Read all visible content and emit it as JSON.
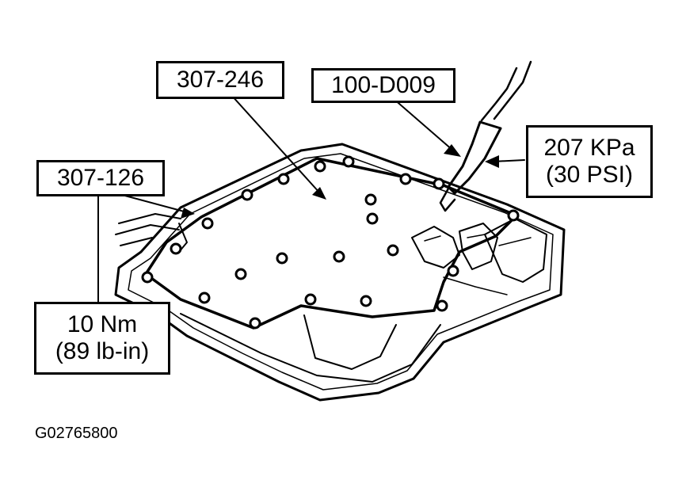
{
  "callouts": {
    "cover_tool": "307-246",
    "air_nozzle": "100-D009",
    "pressure": {
      "line1": "207 KPa",
      "line2": "(30 PSI)"
    },
    "bolt_tool": "307-126",
    "torque": {
      "line1": "10 Nm",
      "line2": "(89 lb-in)"
    }
  },
  "figure_id": "G02765800"
}
